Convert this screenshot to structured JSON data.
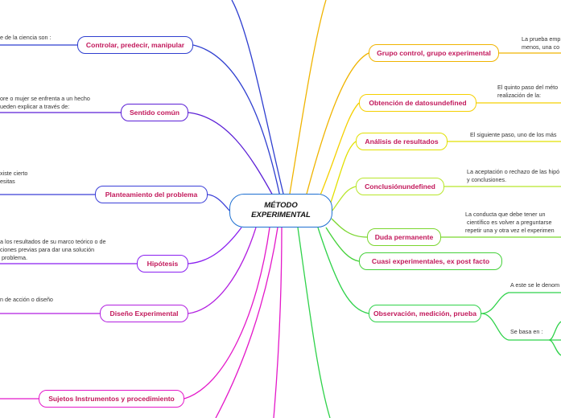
{
  "center": {
    "label": "MÉTODO\nEXPERIMENTAL"
  },
  "colors": {
    "controlar": "#2f3fd0",
    "sentido": "#5b1fd6",
    "planteamiento": "#3b3fd8",
    "hipotesis": "#8a1ff0",
    "diseno": "#b21fe0",
    "sujetos": "#e418c9",
    "grupo": "#f0b400",
    "obtencion": "#f5d000",
    "analisis": "#e2e000",
    "conclusion": "#b8e62a",
    "duda": "#7ad62e",
    "cuasi": "#45d13a",
    "observacion": "#2fd24a"
  },
  "left_nodes": {
    "controlar": "Controlar, predecir, manipular",
    "sentido": "Sentido común",
    "planteamiento": "Planteamiento del problema",
    "hipotesis": "Hipótesis",
    "diseno": "Diseño Experimental",
    "sujetos": "Sujetos Instrumentos y procedimiento"
  },
  "right_nodes": {
    "grupo": "Grupo control, grupo experimental",
    "obtencion": "Obtención de datosundefined",
    "analisis": "Análisis de resultados",
    "conclusion": "Conclusiónundefined",
    "duda": "Duda permanente",
    "cuasi": "Cuasi experimentales, ex post facto",
    "observacion": "Observación, medición, prueba"
  },
  "notes": {
    "controlar": "e de la ciencia son :",
    "sentido": "ore o mujer se enfrenta a un hecho\nueden explicar a través de:",
    "planteamiento": "xiste cierto\nesitas",
    "hipotesis": "a los resultados de su marco teórico o de\nciones previas para dar una solución\n problema.",
    "diseno": "n de acción o diseño",
    "grupo": "La prueba emp\nmenos, una co",
    "obtencion": "El quinto paso del méto\nrealización de la:",
    "analisis": "El siguiente paso, uno de los más",
    "conclusion": "La aceptación o rechazo de las hipó\ny conclusiones.",
    "duda": "La conducta que debe tener un\n científico es volver a preguntarse\nrepetir una y otra vez el experimen",
    "observacion_a": "A este se le denom",
    "observacion_b": "Se basa en :"
  }
}
